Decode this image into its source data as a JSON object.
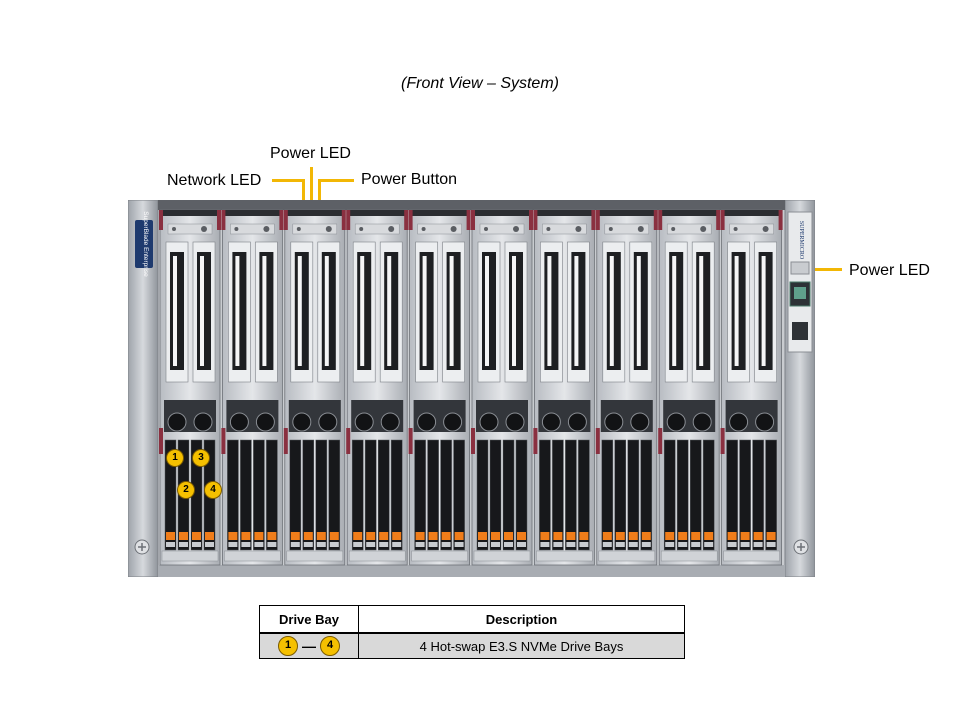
{
  "caption": "(Front View – System)",
  "callouts": {
    "network_led": "Network LED",
    "power_led_top": "Power LED",
    "power_button": "Power Button",
    "power_led_right": "Power LED"
  },
  "chassis": {
    "bezel_brand": "SuperBlade Enterprise",
    "cmm_brand": "SUPERMICRO",
    "blade_count": 10
  },
  "drive_badges": [
    "1",
    "3",
    "2",
    "4"
  ],
  "table": {
    "headers": [
      "Drive Bay",
      "Description"
    ],
    "rows": [
      {
        "range_start": "1",
        "range_end": "4",
        "description": "4 Hot-swap  E3.S NVMe Drive  Bays"
      }
    ]
  },
  "colors": {
    "accent": "#f2b705",
    "badge": "#f5c000",
    "blade_handle": "#8a3040"
  }
}
